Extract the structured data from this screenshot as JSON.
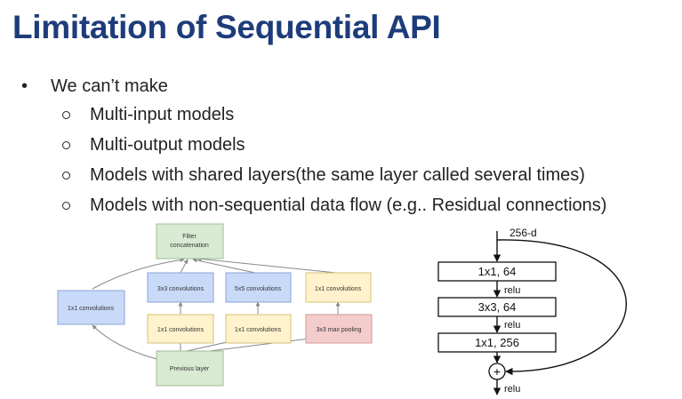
{
  "slide": {
    "title": "Limitation of Sequential API",
    "bullet": "We can’t make",
    "sub_items": [
      "Multi-input models",
      "Multi-output models",
      "Models with shared layers(the same layer called several times)",
      "Models with non-sequential data flow (e.g.. Residual connections)"
    ]
  },
  "inception": {
    "filter_concat": [
      "Filter",
      "concatenation"
    ],
    "left_conv": "1x1 convolutions",
    "top_row": [
      "3x3 convolutions",
      "5x5 convolutions",
      "1x1 convolutions"
    ],
    "bottom_row": [
      "1x1 convolutions",
      "1x1 convolutions",
      "3x3 max pooling"
    ],
    "previous_layer": "Previous layer",
    "colors": {
      "green": "#d9ead3",
      "blue": "#c9daf8",
      "yellow": "#fff2cc",
      "red": "#f4cccc"
    }
  },
  "residual": {
    "input_label": "256-d",
    "layers": [
      "1x1, 64",
      "3x3, 64",
      "1x1, 256"
    ],
    "activation": "relu",
    "add_symbol": "+"
  }
}
